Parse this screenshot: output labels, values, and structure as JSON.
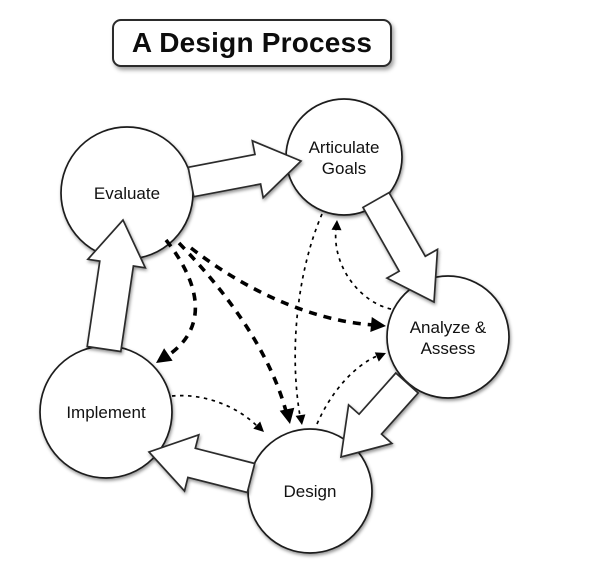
{
  "title": "A Design Process",
  "diagram": {
    "nodes": [
      {
        "id": "evaluate",
        "label": "Evaluate",
        "lines": [
          "Evaluate"
        ]
      },
      {
        "id": "articulate",
        "label": "Articulate Goals",
        "lines": [
          "Articulate",
          "Goals"
        ]
      },
      {
        "id": "analyze",
        "label": "Analyze & Assess",
        "lines": [
          "Analyze &",
          "Assess"
        ]
      },
      {
        "id": "design",
        "label": "Design",
        "lines": [
          "Design"
        ]
      },
      {
        "id": "implement",
        "label": "Implement",
        "lines": [
          "Implement"
        ]
      }
    ],
    "edges": {
      "cycle_block_arrows": [
        {
          "from": "evaluate",
          "to": "articulate"
        },
        {
          "from": "articulate",
          "to": "analyze"
        },
        {
          "from": "analyze",
          "to": "design"
        },
        {
          "from": "design",
          "to": "implement"
        },
        {
          "from": "implement",
          "to": "evaluate"
        }
      ],
      "thick_dashed_arrows": [
        {
          "from": "evaluate",
          "to": "implement"
        },
        {
          "from": "evaluate",
          "to": "design"
        },
        {
          "from": "evaluate",
          "to": "analyze"
        }
      ],
      "thin_dashed_arrows": [
        {
          "from": "articulate",
          "to": "design"
        },
        {
          "from": "analyze",
          "to": "articulate"
        },
        {
          "from": "design",
          "to": "analyze"
        },
        {
          "from": "implement",
          "to": "design"
        }
      ]
    },
    "colors": {
      "background": "#ffffff",
      "node_fill": "#ffffff",
      "outline": "#1c1c1c",
      "text": "#111111",
      "dashed": "#000000"
    }
  }
}
